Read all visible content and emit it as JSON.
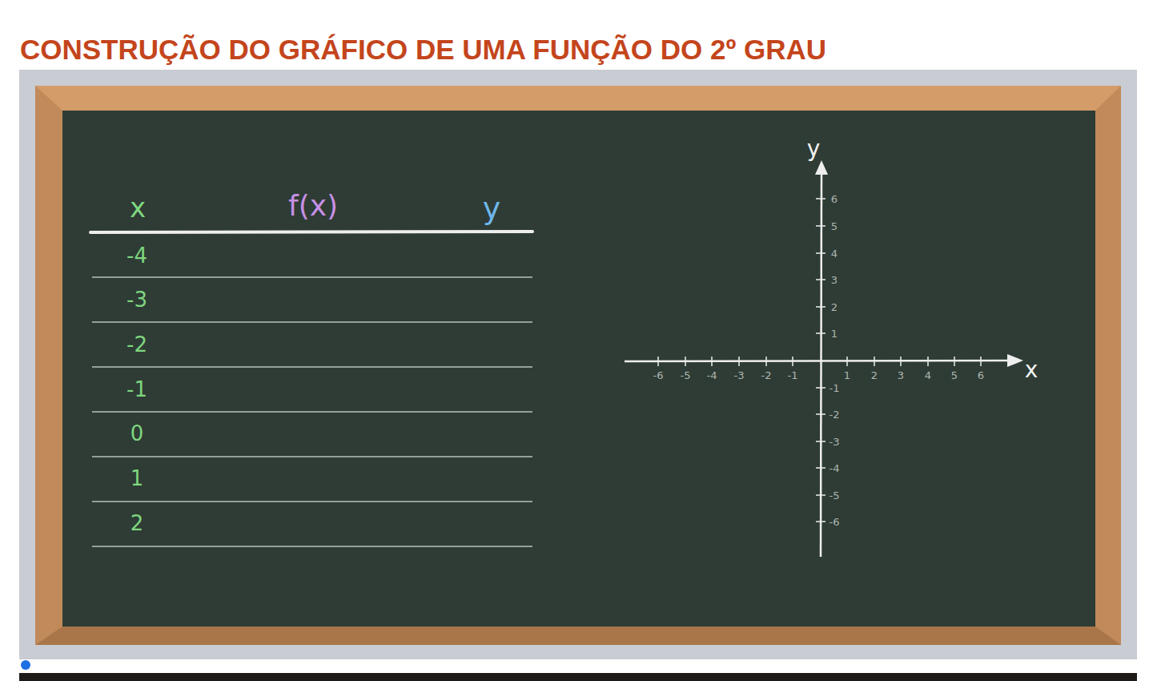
{
  "diagram": {
    "title": "CONSTRUÇÃO DO GRÁFICO DE UMA FUNÇÃO DO 2º GRAU",
    "labels": [
      "x",
      "f(x)",
      "y",
      "-4",
      "-3",
      "-2",
      "-1",
      "0",
      "1",
      "2",
      "y",
      "x",
      "-6",
      "-5",
      "-4",
      "-3",
      "-2",
      "-1",
      "1",
      "2",
      "3",
      "4",
      "5",
      "6",
      "6",
      "5",
      "4",
      "3",
      "2",
      "1",
      "-1",
      "-2",
      "-3",
      "-4",
      "-5",
      "-6"
    ]
  }
}
